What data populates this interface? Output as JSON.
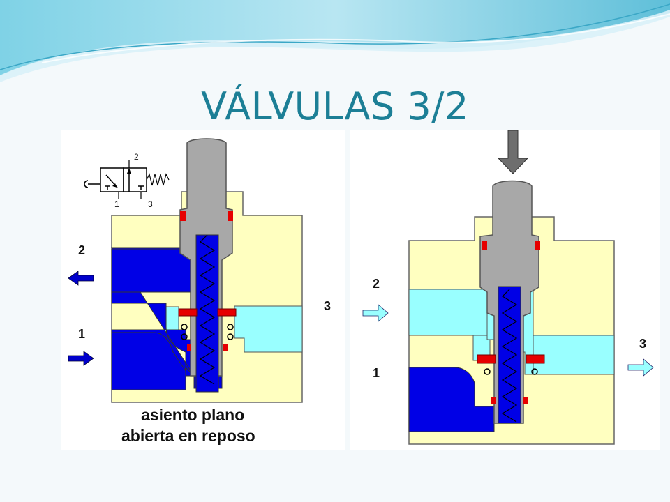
{
  "slide": {
    "title": "VÁLVULAS 3/2"
  },
  "left_diagram": {
    "symbol_port_labels": [
      "2",
      "1",
      "3"
    ],
    "port_labels": {
      "port2": "2",
      "port1": "1",
      "port3": "3"
    },
    "caption": [
      "asiento plano",
      "abierta en reposo"
    ]
  },
  "right_diagram": {
    "port_labels": {
      "port2": "2",
      "port1": "1",
      "port3": "3"
    }
  },
  "colors": {
    "body": "#ffffc0",
    "pressurized": "#0000e6",
    "exhaust": "#99ffff",
    "stem": "#a8a8a8",
    "seal": "#e60000",
    "arrow_dark": "#0000cc",
    "arrow_light": "#99ffff",
    "title": "#1c7f96"
  }
}
